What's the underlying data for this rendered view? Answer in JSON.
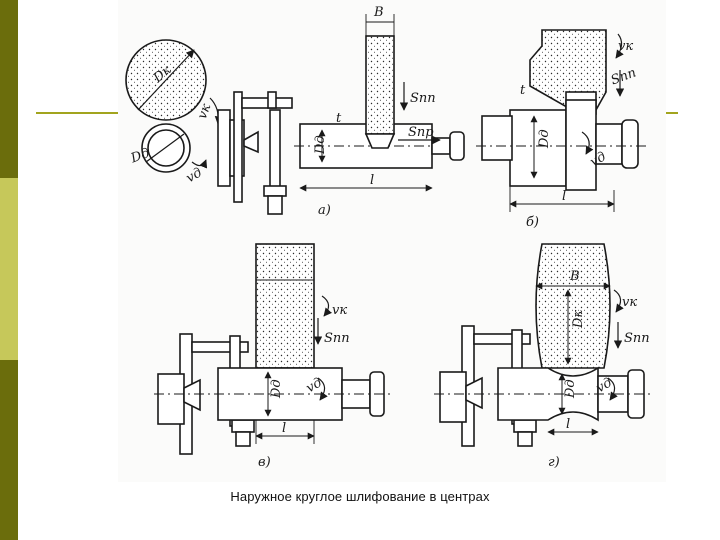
{
  "slide": {
    "caption": "Наружное круглое шлифование в центрах",
    "colors": {
      "sidebar_dark": "#6b6d0c",
      "sidebar_light": "#c6c85a",
      "accent_line": "#a2a41e",
      "ink": "#1a1a1a"
    }
  },
  "diagram": {
    "panels": {
      "a": {
        "tag": "а)",
        "labels": {
          "dk": "Dк",
          "vk": "vк",
          "dd": "Dд",
          "vd": "vд",
          "width": "B",
          "s_pp": "Sпп",
          "s_pr": "Sпр",
          "depth": "t",
          "dd_shaft": "Dд",
          "length": "l"
        }
      },
      "b": {
        "tag": "б)",
        "labels": {
          "vk": "vк",
          "s_pp": "Sпп",
          "depth": "t",
          "dd": "Dд",
          "vd": "vд",
          "length": "l"
        }
      },
      "v": {
        "tag": "в)",
        "labels": {
          "vk": "vк",
          "s_pp": "Sпп",
          "dd": "Dд",
          "vd": "vд",
          "length": "l"
        }
      },
      "g": {
        "tag": "г)",
        "labels": {
          "width": "B",
          "dk": "Dк",
          "vk": "vк",
          "s_pp": "Sпп",
          "dd": "Dд",
          "vd": "vд",
          "length": "l"
        }
      }
    }
  }
}
